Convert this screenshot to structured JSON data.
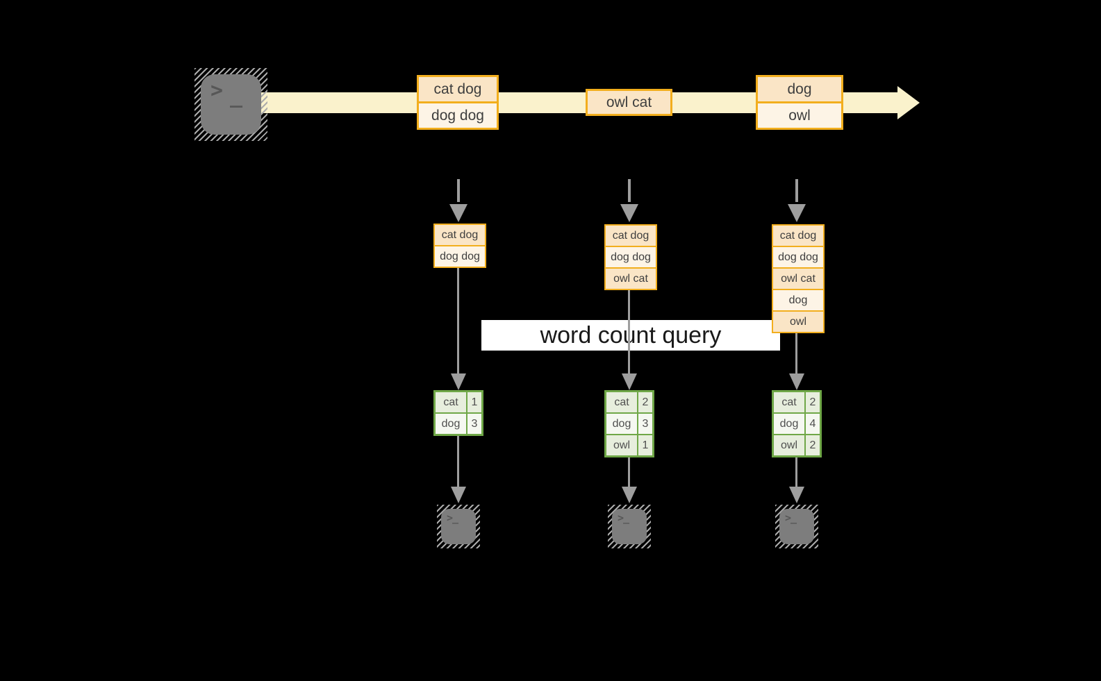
{
  "query_label": "word count query",
  "terminal": {
    "chevron": ">",
    "cursor": "_",
    "sink_prompt": ">_"
  },
  "stream": {
    "batches": [
      {
        "lines": [
          "cat dog",
          "dog dog"
        ]
      },
      {
        "lines": [
          "owl cat"
        ]
      },
      {
        "lines": [
          "dog",
          "owl"
        ]
      }
    ]
  },
  "columns": [
    {
      "state": [
        "cat dog",
        "dog dog"
      ],
      "counts": [
        {
          "word": "cat",
          "count": "1"
        },
        {
          "word": "dog",
          "count": "3"
        }
      ]
    },
    {
      "state": [
        "cat dog",
        "dog dog",
        "owl cat"
      ],
      "counts": [
        {
          "word": "cat",
          "count": "2"
        },
        {
          "word": "dog",
          "count": "3"
        },
        {
          "word": "owl",
          "count": "1"
        }
      ]
    },
    {
      "state": [
        "cat dog",
        "dog dog",
        "owl cat",
        "dog",
        "owl"
      ],
      "counts": [
        {
          "word": "cat",
          "count": "2"
        },
        {
          "word": "dog",
          "count": "4"
        },
        {
          "word": "owl",
          "count": "2"
        }
      ]
    }
  ],
  "colors": {
    "background": "#000000",
    "stream_band": "#faf2cc",
    "box_border": "#f2ae1d",
    "cell_dark": "#fae5c6",
    "cell_light": "#fdf4e6",
    "table_border": "#6fa747",
    "row_dark": "#e7eedd",
    "row_light": "#f5f8f1",
    "arrow_gray": "#9e9e9e",
    "terminal_fill": "#7d7d7d",
    "label_bg": "#ffffff",
    "label_text": "#191919"
  }
}
